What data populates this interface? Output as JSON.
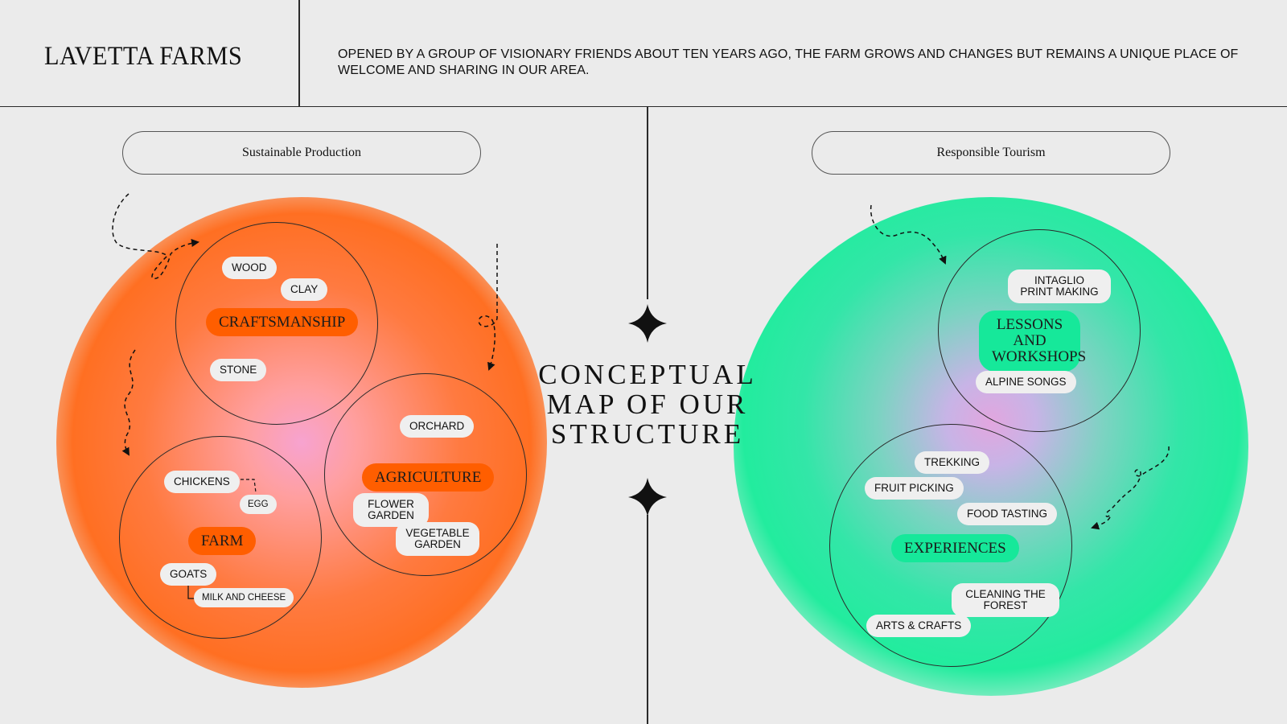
{
  "header": {
    "brand": "LAVETTA FARMS",
    "tagline": "OPENED BY A GROUP OF VISIONARY FRIENDS ABOUT TEN YEARS AGO, THE FARM GROWS AND CHANGES BUT REMAINS A UNIQUE PLACE OF WELCOME AND SHARING IN OUR AREA."
  },
  "center": {
    "title_line1": "CONCEPTUAL",
    "title_line2": "MAP OF OUR",
    "title_line3": "STRUCTURE",
    "star_icon": "four-point-star-icon"
  },
  "left": {
    "section_label": "Sustainable Production",
    "blob_color": "#ff6f22",
    "craftsmanship": {
      "label": "CRAFTSMANSHIP",
      "items": [
        "WOOD",
        "CLAY",
        "STONE"
      ]
    },
    "agriculture": {
      "label": "AGRICULTURE",
      "items": [
        "ORCHARD",
        "FLOWER GARDEN",
        "VEGETABLE GARDEN"
      ]
    },
    "farm": {
      "label": "FARM",
      "items": [
        "CHICKENS",
        "EGG",
        "GOATS",
        "MILK AND CHEESE"
      ]
    }
  },
  "right": {
    "section_label": "Responsible Tourism",
    "blob_color": "#22ec9e",
    "lessons": {
      "label": "LESSONS AND WORKSHOPS",
      "items": [
        "INTAGLIO PRINT MAKING",
        "ALPINE SONGS"
      ]
    },
    "experiences": {
      "label": "EXPERIENCES",
      "items": [
        "TREKKING",
        "FRUIT PICKING",
        "FOOD TASTING",
        "CLEANING THE FOREST",
        "ARTS & CRAFTS"
      ]
    }
  }
}
